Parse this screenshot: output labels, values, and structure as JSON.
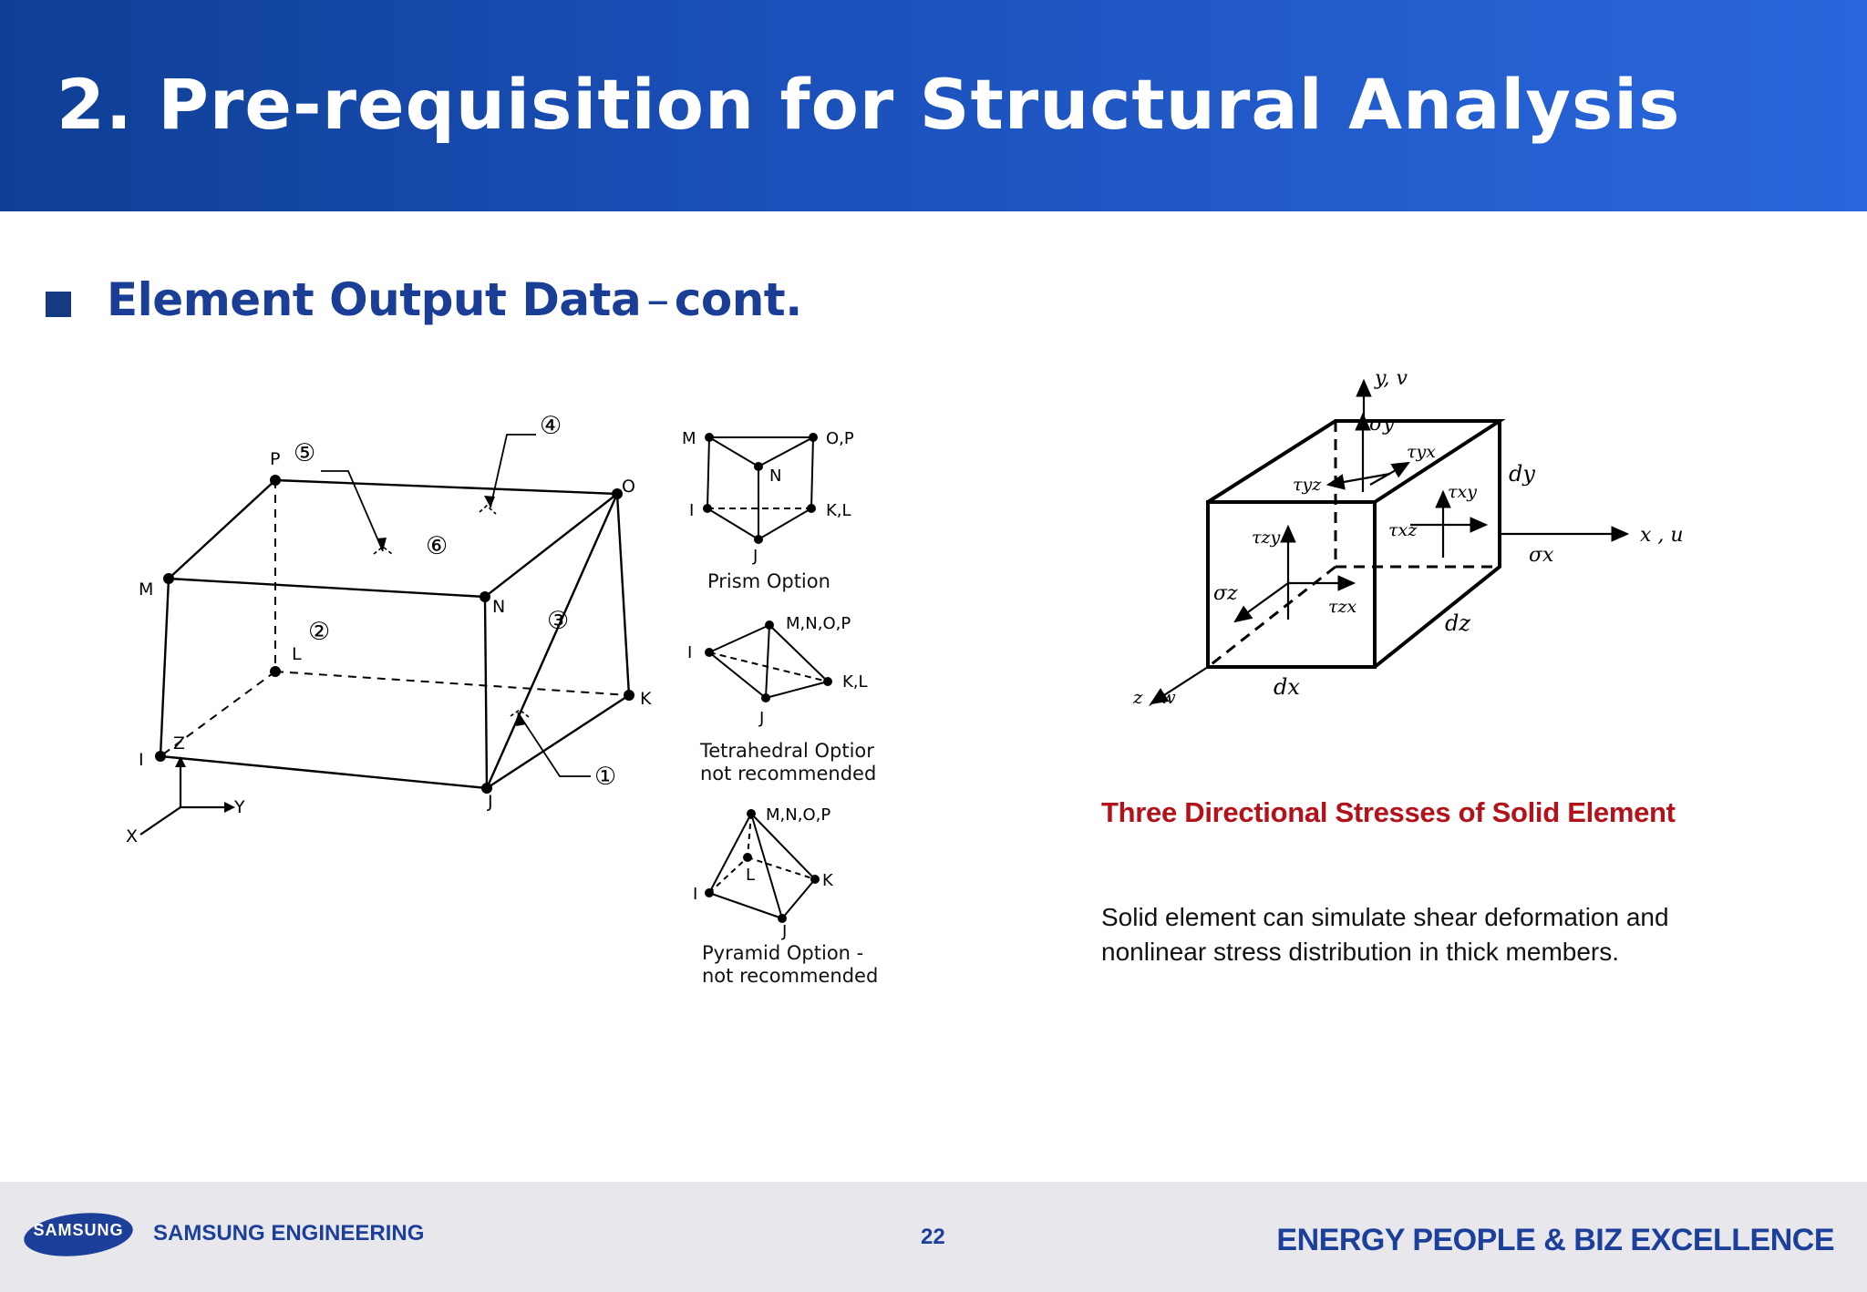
{
  "header": {
    "title": "2. Pre-requisition for Structural Analysis"
  },
  "section": {
    "title": "Element Output Data",
    "dash": "–",
    "suffix": "cont."
  },
  "brick_element": {
    "nodes": {
      "P": "P",
      "O": "O",
      "M": "M",
      "N": "N",
      "L": "L",
      "K": "K",
      "I": "I",
      "J": "J"
    },
    "faces": {
      "f1": "①",
      "f2": "②",
      "f3": "③",
      "f4": "④",
      "f5": "⑤",
      "f6": "⑥"
    },
    "axes": {
      "z": "Z",
      "y": "Y",
      "x": "X"
    }
  },
  "options": {
    "prism": {
      "m": "M",
      "op": "O,P",
      "n": "N",
      "i": "I",
      "kl": "K,L",
      "j": "J",
      "label": "Prism Option"
    },
    "tetra": {
      "mnop": "M,N,O,P",
      "i": "I",
      "kl": "K,L",
      "j": "J",
      "label1": "Tetrahedral Optior",
      "label2": "not recommended"
    },
    "pyramid": {
      "mnop": "M,N,O,P",
      "l": "L",
      "k": "K",
      "i": "I",
      "j": "J",
      "label1": "Pyramid Option -",
      "label2": "not recommended"
    }
  },
  "stress_cube": {
    "y_axis": "y, v",
    "x_axis": "x , u",
    "z_axis": "z , w",
    "dx": "dx",
    "dy": "dy",
    "dz": "dz",
    "sigma_y": "σy",
    "sigma_x": "σx",
    "sigma_z": "σz",
    "tau_yx": "τyx",
    "tau_yz": "τyz",
    "tau_xy": "τxy",
    "tau_xz": "τxz",
    "tau_zy": "τzy",
    "tau_zx": "τzx"
  },
  "caption": "Three Directional Stresses of Solid Element",
  "description": "Solid element can simulate shear deformation and nonlinear stress distribution in thick members.",
  "footer": {
    "logo_text": "SAMSUNG",
    "company": "SAMSUNG ENGINEERING",
    "page_number": "22",
    "slogan": "ENERGY PEOPLE & BIZ EXCELLENCE"
  },
  "colors": {
    "header_blue": "#1a4fb8",
    "subtitle_blue": "#1a3d96",
    "caption_red": "#b4121a"
  }
}
